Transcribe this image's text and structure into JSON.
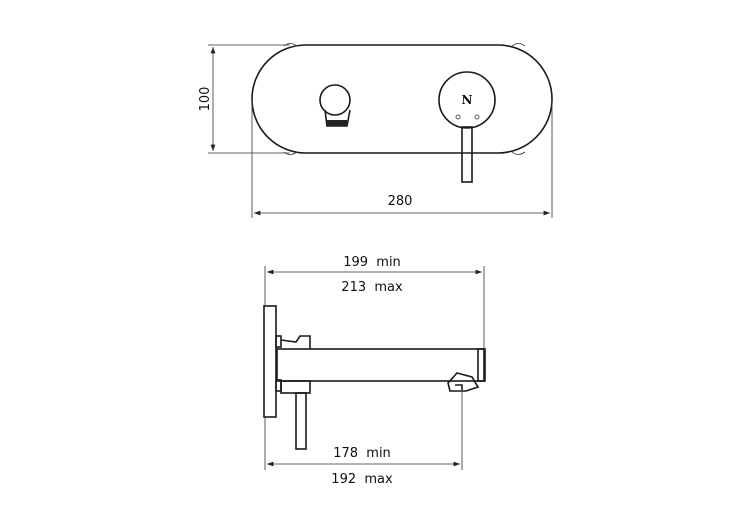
{
  "front_view": {
    "height_label": "100",
    "width_label": "280",
    "logo": "N"
  },
  "side_view": {
    "top_min_label": "199  min",
    "top_max_label": "213  max",
    "bottom_min_label": "178  min",
    "bottom_max_label": "192  max"
  }
}
